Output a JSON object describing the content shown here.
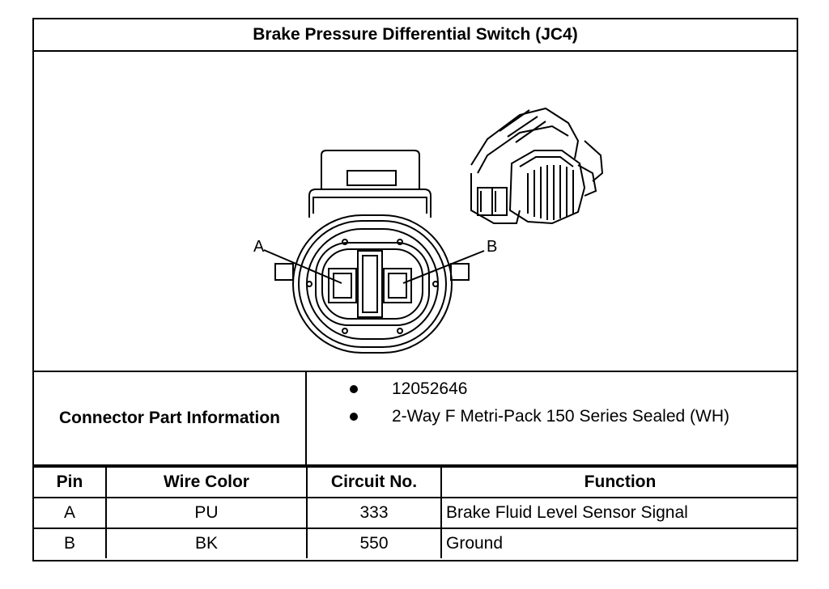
{
  "title": "Brake Pressure Differential Switch (JC4)",
  "figure": {
    "callouts": [
      "A",
      "B"
    ]
  },
  "connector_info": {
    "label": "Connector Part Information",
    "items": [
      "12052646",
      "2-Way F Metri-Pack 150 Series Sealed (WH)"
    ]
  },
  "table": {
    "headers": [
      "Pin",
      "Wire Color",
      "Circuit No.",
      "Function"
    ],
    "rows": [
      [
        "A",
        "PU",
        "333",
        "Brake Fluid Level Sensor Signal"
      ],
      [
        "B",
        "BK",
        "550",
        "Ground"
      ]
    ]
  }
}
